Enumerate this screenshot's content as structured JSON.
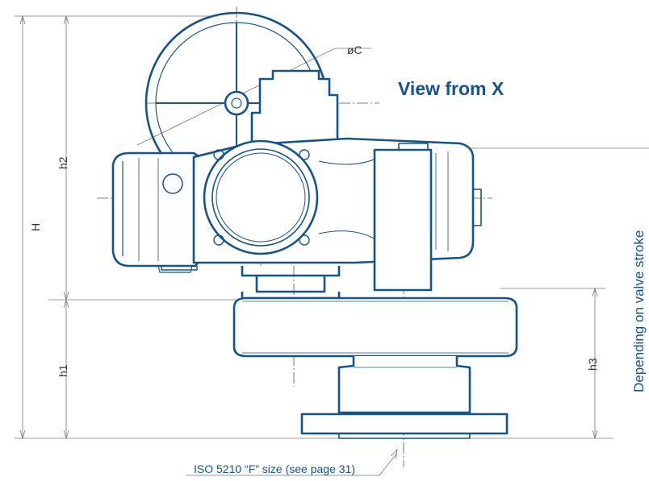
{
  "title": "View from X",
  "dimensions": {
    "overall_height": "H",
    "h1": "h1",
    "h2": "h2",
    "h3": "h3",
    "handwheel_diameter": "øC"
  },
  "notes": {
    "stroke": "Depending on valve stroke",
    "flange": "ISO 5210 “F” size (see page 31)"
  },
  "colors": {
    "outline": "#15538a",
    "dimension_line": "#666666",
    "text": "#15538a"
  }
}
